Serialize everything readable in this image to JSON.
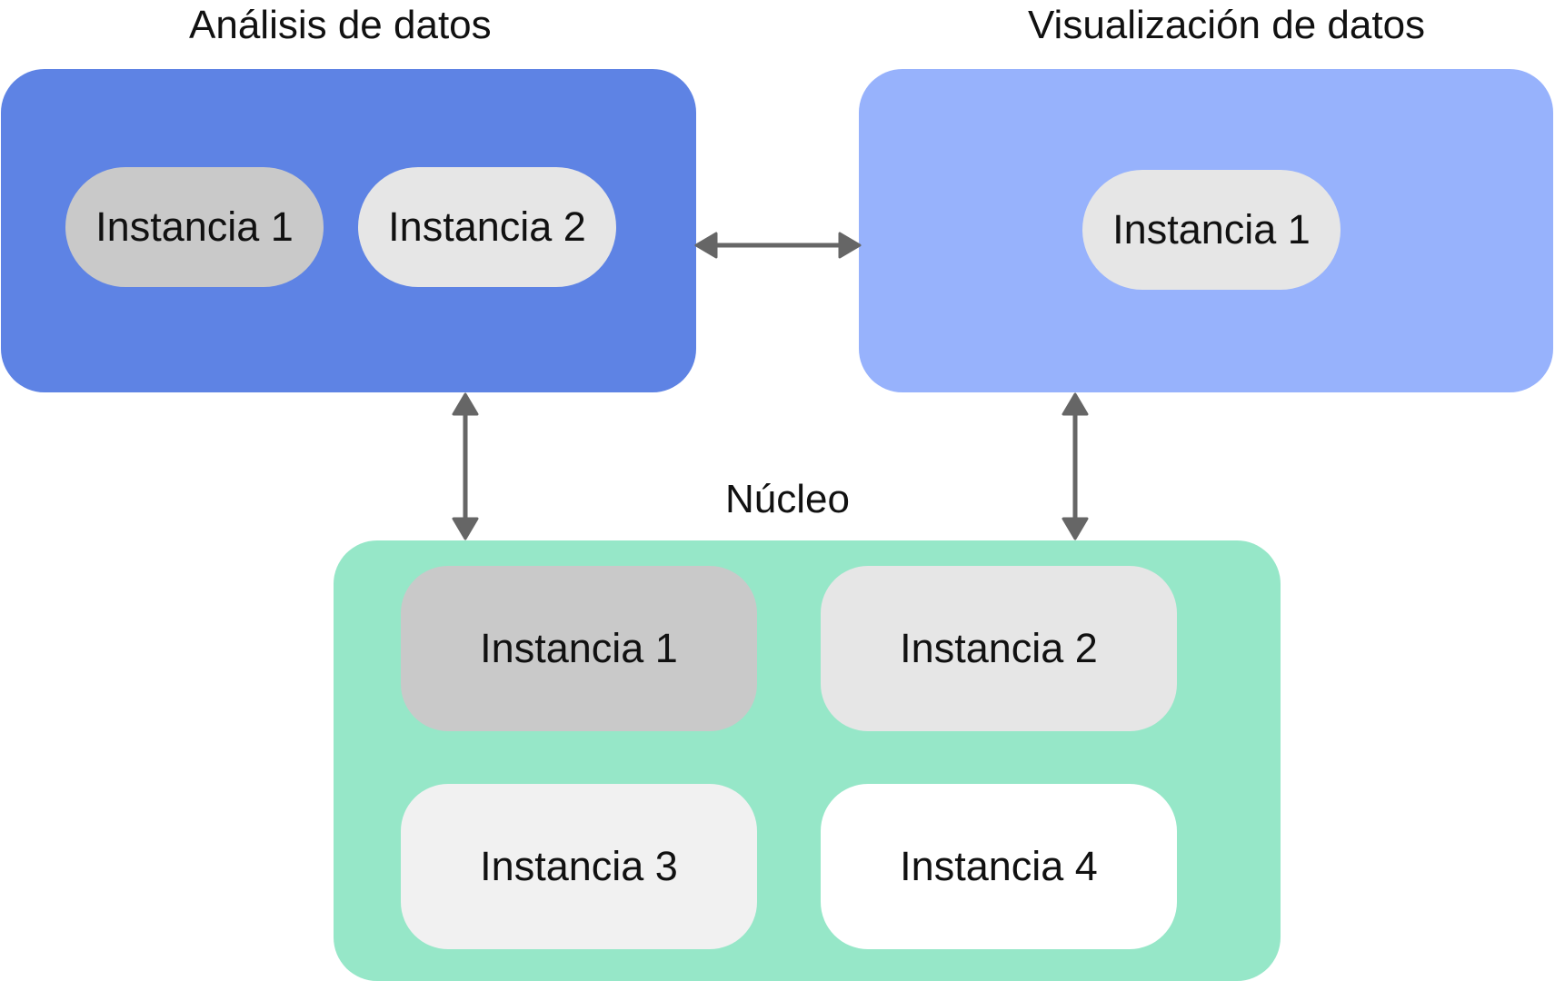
{
  "colors": {
    "analysis_bg": "#5E83E4",
    "visualization_bg": "#97B2FC",
    "core_bg": "#96E7C8",
    "instance_dark": "#C9C9C9",
    "instance_mid": "#E6E6E6",
    "instance_light": "#F1F1F1",
    "instance_white": "#FFFFFF",
    "arrow": "#666666"
  },
  "groups": {
    "analysis": {
      "title": "Análisis de datos",
      "instances": [
        "Instancia 1",
        "Instancia 2"
      ]
    },
    "visualization": {
      "title": "Visualización de datos",
      "instances": [
        "Instancia 1"
      ]
    },
    "core": {
      "title": "Núcleo",
      "instances": [
        "Instancia 1",
        "Instancia 2",
        "Instancia 3",
        "Instancia 4"
      ]
    }
  },
  "connections": [
    {
      "from": "analysis",
      "to": "visualization",
      "direction": "bidirectional"
    },
    {
      "from": "analysis",
      "to": "core",
      "direction": "bidirectional"
    },
    {
      "from": "visualization",
      "to": "core",
      "direction": "bidirectional"
    }
  ]
}
